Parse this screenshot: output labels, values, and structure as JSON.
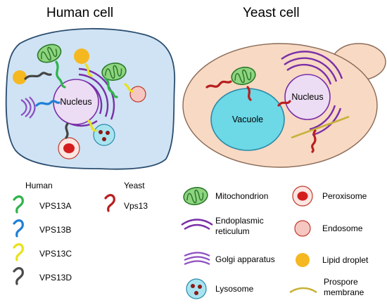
{
  "titles": {
    "human": "Human cell",
    "yeast": "Yeast cell"
  },
  "cell_labels": {
    "human_nucleus": "Nucleus",
    "yeast_nucleus": "Nucleus",
    "vacuole": "Vacuole"
  },
  "legend": {
    "human_header": "Human",
    "yeast_header": "Yeast",
    "proteins": [
      {
        "label": "VPS13A",
        "color": "#2db34a"
      },
      {
        "label": "VPS13B",
        "color": "#1e7fd6"
      },
      {
        "label": "VPS13C",
        "color": "#e8e21a"
      },
      {
        "label": "VPS13D",
        "color": "#4a4a4a"
      }
    ],
    "yeast_protein": {
      "label": "Vps13",
      "color": "#b81f1f"
    },
    "organelles": [
      {
        "label": "Mitochondrion",
        "icon": "mitochondrion-icon"
      },
      {
        "label": "Endoplasmic",
        "label2": "reticulum",
        "icon": "er-icon"
      },
      {
        "label": "Golgi apparatus",
        "icon": "golgi-icon"
      },
      {
        "label": "Lysosome",
        "icon": "lysosome-icon"
      },
      {
        "label": "Peroxisome",
        "icon": "peroxisome-icon"
      },
      {
        "label": "Endosome",
        "icon": "endosome-icon"
      },
      {
        "label": "Lipid droplet",
        "icon": "lipid-droplet-icon"
      },
      {
        "label": "Prospore",
        "label2": "membrane",
        "icon": "prospore-membrane-icon"
      }
    ]
  },
  "colors": {
    "human_cytoplasm": "#cfe3f4",
    "yeast_cytoplasm": "#f7d9c4",
    "nucleus": "#ecdcf4",
    "er": "#7a2fa7",
    "mito_fill": "#8fd480",
    "mito_stroke": "#2a7a2a",
    "vacuole": "#6dd8e6",
    "lipid": "#f5b821",
    "endosome": "#f6c7c1",
    "peroxisome_core": "#d41e1e",
    "lysosome": "#a8e4f0",
    "golgi": "#8e4fc2",
    "prospore": "#c8b23a"
  }
}
